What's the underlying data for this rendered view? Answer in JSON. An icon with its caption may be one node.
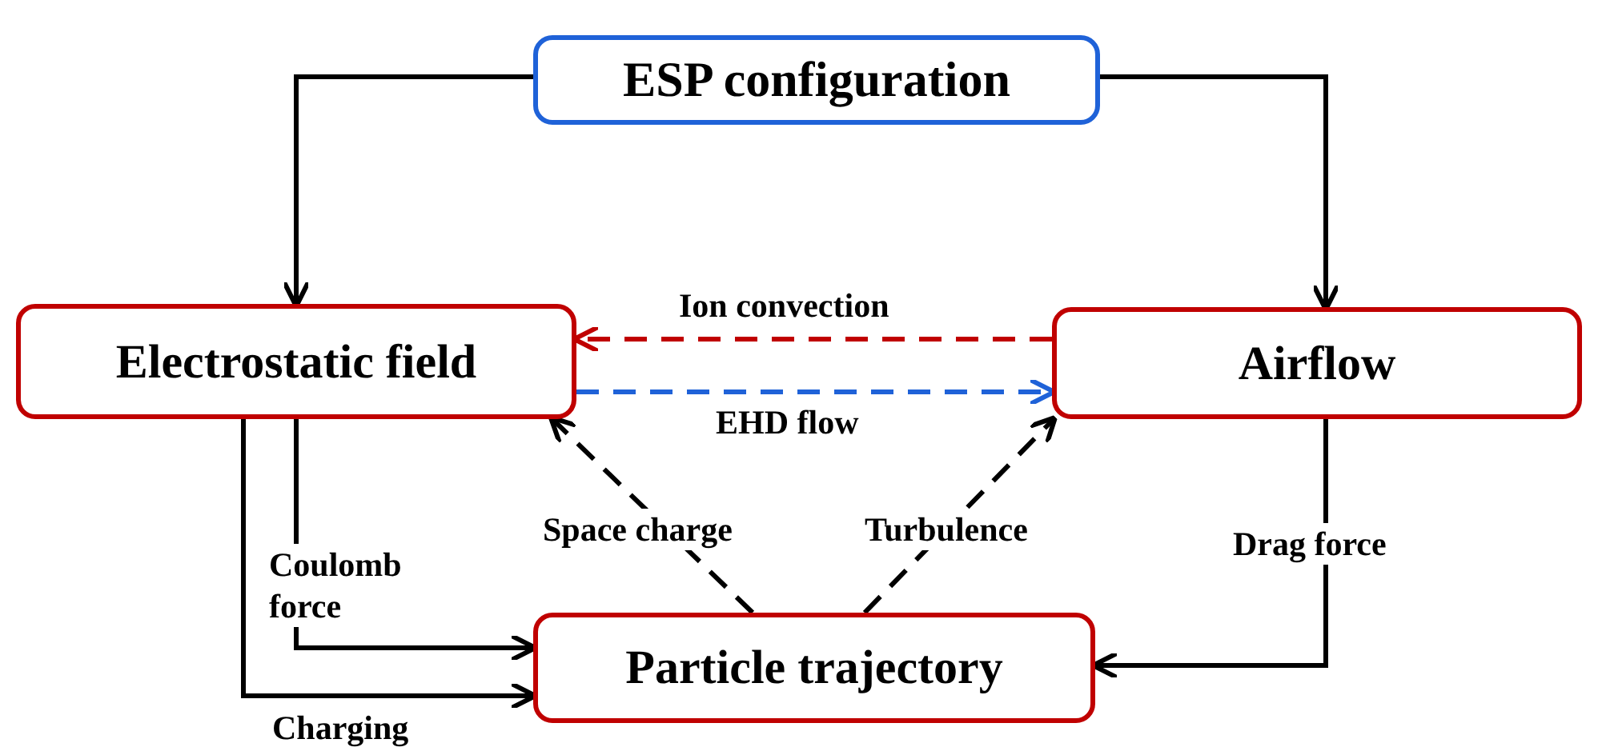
{
  "diagram": {
    "nodes": [
      {
        "text": [
          "ESP configuration"
        ]
      },
      {
        "text": [
          "Electrostatic field"
        ]
      },
      {
        "text": [
          "Airflow"
        ]
      },
      {
        "text": [
          "Particle trajectory"
        ]
      }
    ],
    "edges": [
      {
        "from": 0,
        "to": 1,
        "arrow": "to"
      },
      {
        "from": 0,
        "to": 2,
        "arrow": "to"
      },
      {
        "from": 2,
        "to": 1,
        "arrow": "to",
        "label": "Ion convection",
        "style": "dashed",
        "color": "#c00000"
      },
      {
        "from": 1,
        "to": 2,
        "arrow": "to",
        "label": "EHD flow",
        "style": "dashed",
        "color": "#1f62d8"
      },
      {
        "from": 3,
        "to": 1,
        "arrow": "to",
        "label": "Space charge",
        "style": "dashed"
      },
      {
        "from": 3,
        "to": 2,
        "arrow": "to",
        "label": "Turbulence",
        "style": "dashed"
      },
      {
        "from": 1,
        "to": 3,
        "arrow": "to",
        "label": "Coulomb force"
      },
      {
        "from": 1,
        "to": 3,
        "arrow": "to",
        "label": "Charging"
      },
      {
        "from": 2,
        "to": 3,
        "arrow": "to",
        "label": "Drag force"
      }
    ]
  }
}
